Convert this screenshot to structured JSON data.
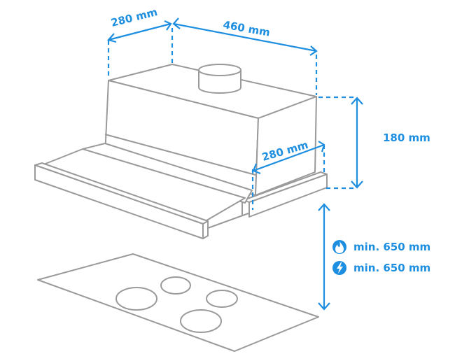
{
  "diagram": {
    "title": "Telescopic cooker hood installation dimensions",
    "colors": {
      "accent": "#1e8fe0",
      "outline": "#9a9a9a",
      "background": "#ffffff"
    },
    "dimensions": {
      "top_depth": "280 mm",
      "top_width": "460 mm",
      "height": "180 mm",
      "side_depth": "280 mm"
    },
    "clearances": [
      {
        "icon": "gas-flame-icon",
        "label": "min. 650 mm"
      },
      {
        "icon": "electric-bolt-icon",
        "label": "min. 650 mm"
      }
    ],
    "components": [
      "hood-body",
      "exhaust-collar",
      "telescopic-drawer",
      "hob-cooktop"
    ],
    "hob_burners": 4
  }
}
